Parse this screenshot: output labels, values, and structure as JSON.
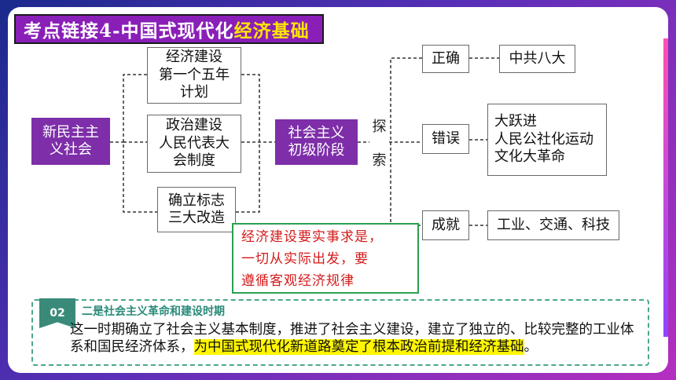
{
  "title": {
    "main": "考点链接4-中国式现代化",
    "highlight": "经济基础"
  },
  "nodes": {
    "xinminzhu": "新民主主\n义社会",
    "jingji": "经济建设\n第一个五年\n计划",
    "zhengzhi": "政治建设\n人民代表大\n会制度",
    "queli": "确立标志\n三大改造",
    "shehui": "社会主义\n初级阶段",
    "tan": "探",
    "suo": "索",
    "zhengque": "正确",
    "cuowu": "错误",
    "chengjiu": "成就",
    "zhonggong": "中共八大",
    "cuowu_items": "大跃进\n人民公社化运动\n文化大革命",
    "chengjiu_items": "工业、交通、科技"
  },
  "note": "经济建设要实事求是，\n一切从实际出发，要\n遵循客观经济规律",
  "section": {
    "badge": "02",
    "title": "二是社会主义革命和建设时期",
    "body_plain": "这一时期确立了社会主义基本制度，推进了社会主义建设，建立了独立的、比较完整的工业体系和国民经济体系，",
    "body_highlight": "为中国式现代化新道路奠定了根本政治前提和经济基础",
    "body_end": "。"
  },
  "colors": {
    "node_purple": "#7d2ea8",
    "title_bg": "#8a1fb8",
    "title_highlight": "#ffe600",
    "note_text": "#d41a1a",
    "note_border": "#2aa050",
    "highlight": "#fff600"
  }
}
